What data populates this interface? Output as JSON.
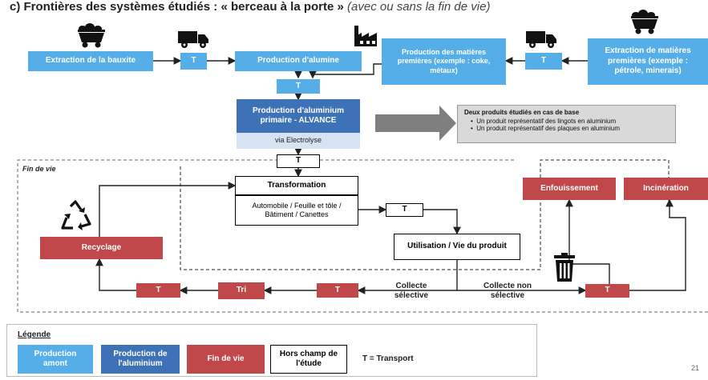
{
  "title": {
    "main": "c) Frontières des systèmes étudiés : « berceau à la porte »",
    "note": "(avec ou sans la fin de vie)"
  },
  "boxes": {
    "bauxite": "Extraction de la bauxite",
    "t1": "T",
    "alumine": "Production d'alumine",
    "matieres": "Production des matières premières (exemple : coke, métaux)",
    "t2": "T",
    "extraction": "Extraction de matières premières (exemple : pétrole, minerais)",
    "t3": "T",
    "aluminium": "Production d'aluminium primaire - ALVANCE",
    "electrolyse": "via Electrolyse",
    "t4": "T",
    "transformation": "Transformation",
    "applications": "Automobile / Feuille et tôle / Bâtiment / Canettes",
    "t5": "T",
    "utilisation": "Utilisation / Vie du produit",
    "recyclage": "Recyclage",
    "tri": "Tri",
    "t6": "T",
    "t7": "T",
    "t8": "T",
    "enfouissement": "Enfouissement",
    "incineration": "Incinération"
  },
  "labels": {
    "fin_de_vie": "Fin de vie",
    "collecte_sel": "Collecte sélective",
    "collecte_nonsel": "Collecte non sélective"
  },
  "note_box": {
    "title": "Deux produits étudiés en cas de base",
    "items": [
      "Un produit représentatif des lingots en aluminium",
      "Un produit représentatif des plaques en aluminium"
    ]
  },
  "legend": {
    "title": "Légende",
    "amont": "Production amont",
    "aluminium": "Production de l'aluminium",
    "fin_de_vie": "Fin de vie",
    "hors_champ": "Hors champ de l'étude",
    "transport": "T = Transport"
  },
  "page_number": "21",
  "icons": [
    "mine-cart-icon",
    "truck-icon",
    "factory-icon",
    "recycle-icon",
    "trash-can-icon"
  ],
  "colors": {
    "amont": "#56aee8",
    "aluminium": "#3d73b6",
    "fin_de_vie": "#c0484a"
  }
}
